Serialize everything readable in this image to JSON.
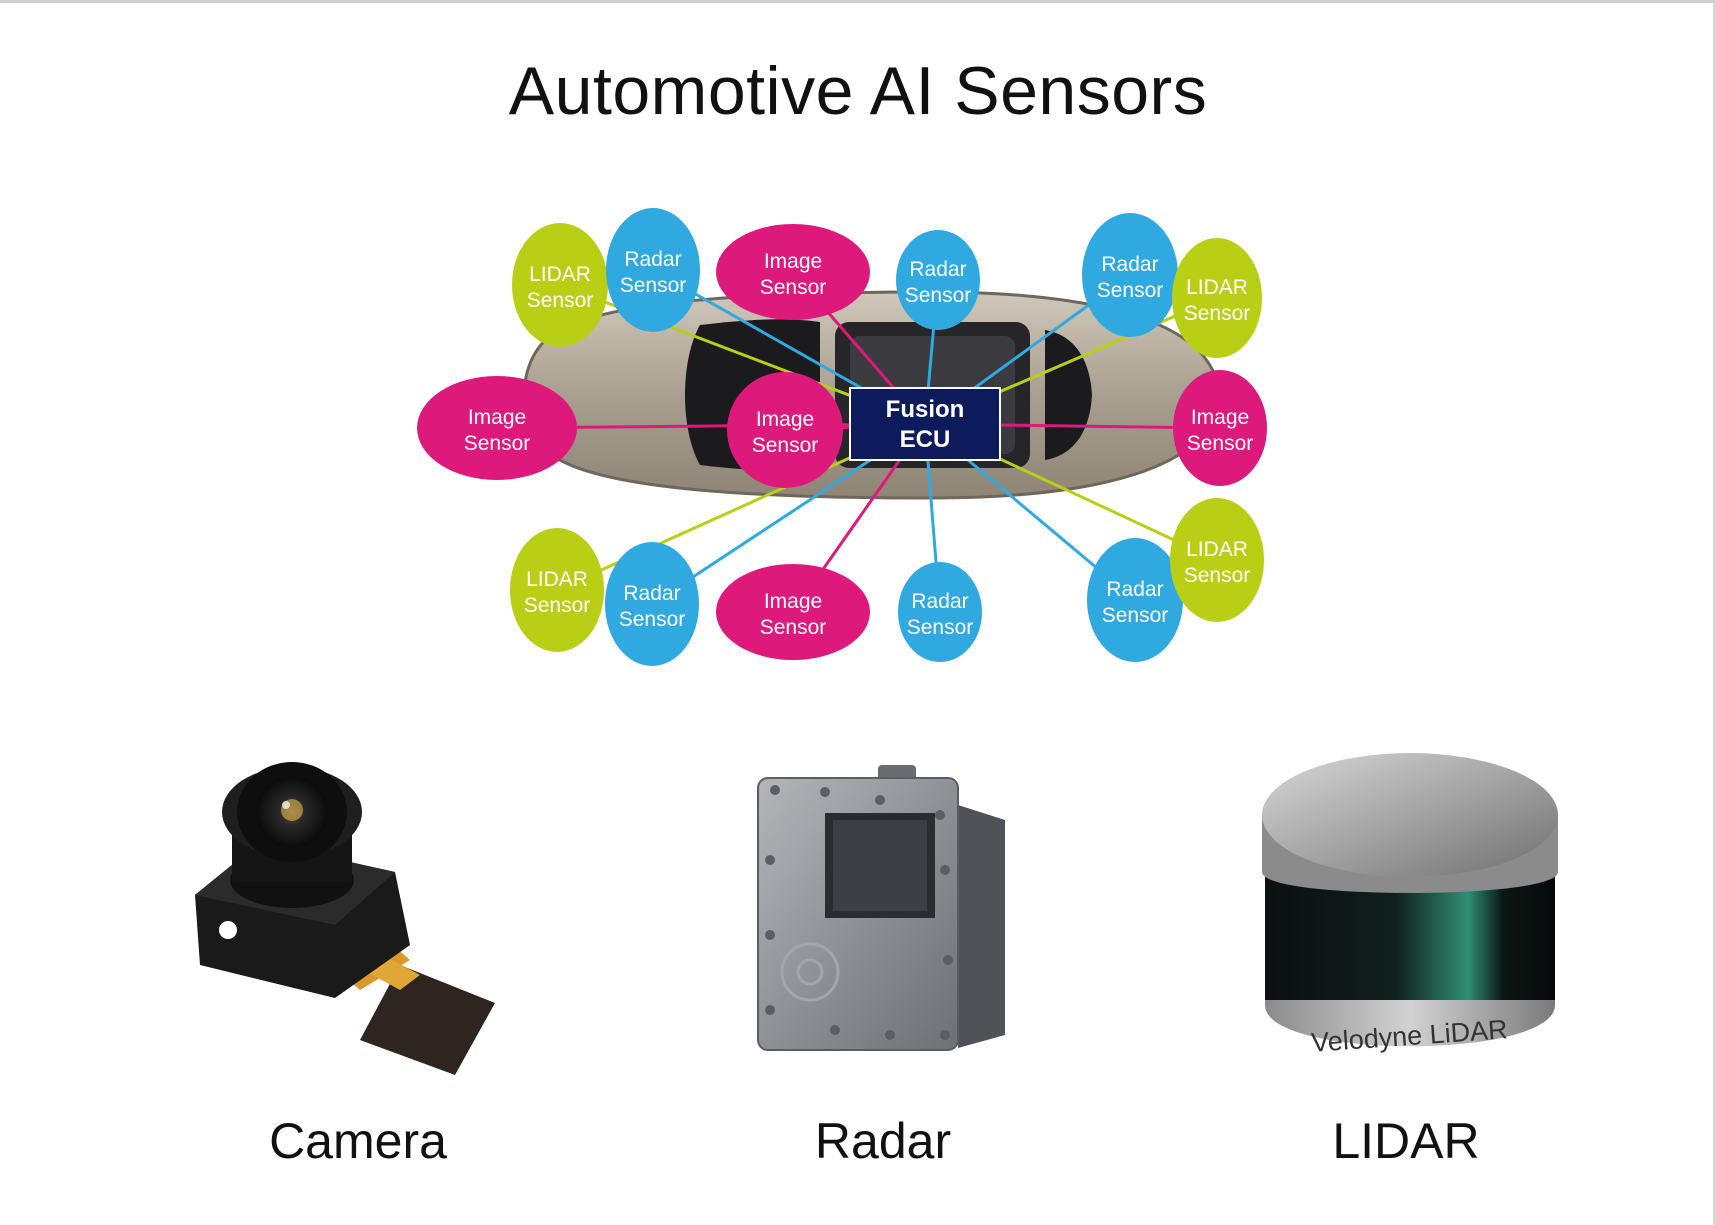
{
  "title": "Automotive AI Sensors",
  "colors": {
    "lidar": "#b9cf16",
    "radar": "#2fa9e0",
    "image": "#dd1a7c",
    "ecu": "#0d1b5c",
    "car_body": "#a79d8e"
  },
  "diagram": {
    "ecu": {
      "line1": "Fusion",
      "line2": "ECU"
    },
    "sensors": [
      {
        "id": "lidar-front-left",
        "type": "lidar",
        "line1": "LIDAR",
        "line2": "Sensor"
      },
      {
        "id": "radar-front-left",
        "type": "radar",
        "line1": "Radar",
        "line2": "Sensor"
      },
      {
        "id": "image-left-top",
        "type": "image",
        "line1": "Image",
        "line2": "Sensor"
      },
      {
        "id": "radar-top-center",
        "type": "radar",
        "line1": "Radar",
        "line2": "Sensor"
      },
      {
        "id": "radar-rear-left",
        "type": "radar",
        "line1": "Radar",
        "line2": "Sensor"
      },
      {
        "id": "lidar-rear-left",
        "type": "lidar",
        "line1": "LIDAR",
        "line2": "Sensor"
      },
      {
        "id": "image-front",
        "type": "image",
        "line1": "Image",
        "line2": "Sensor"
      },
      {
        "id": "image-cabin",
        "type": "image",
        "line1": "Image",
        "line2": "Sensor"
      },
      {
        "id": "image-rear",
        "type": "image",
        "line1": "Image",
        "line2": "Sensor"
      },
      {
        "id": "lidar-front-right",
        "type": "lidar",
        "line1": "LIDAR",
        "line2": "Sensor"
      },
      {
        "id": "radar-front-right",
        "type": "radar",
        "line1": "Radar",
        "line2": "Sensor"
      },
      {
        "id": "image-right-bottom",
        "type": "image",
        "line1": "Image",
        "line2": "Sensor"
      },
      {
        "id": "radar-bottom-center",
        "type": "radar",
        "line1": "Radar",
        "line2": "Sensor"
      },
      {
        "id": "radar-rear-right",
        "type": "radar",
        "line1": "Radar",
        "line2": "Sensor"
      },
      {
        "id": "lidar-rear-right",
        "type": "lidar",
        "line1": "LIDAR",
        "line2": "Sensor"
      }
    ]
  },
  "products": [
    {
      "id": "camera",
      "caption": "Camera"
    },
    {
      "id": "radar",
      "caption": "Radar"
    },
    {
      "id": "lidar",
      "caption": "LIDAR",
      "brand": "Velodyne LiDAR"
    }
  ]
}
